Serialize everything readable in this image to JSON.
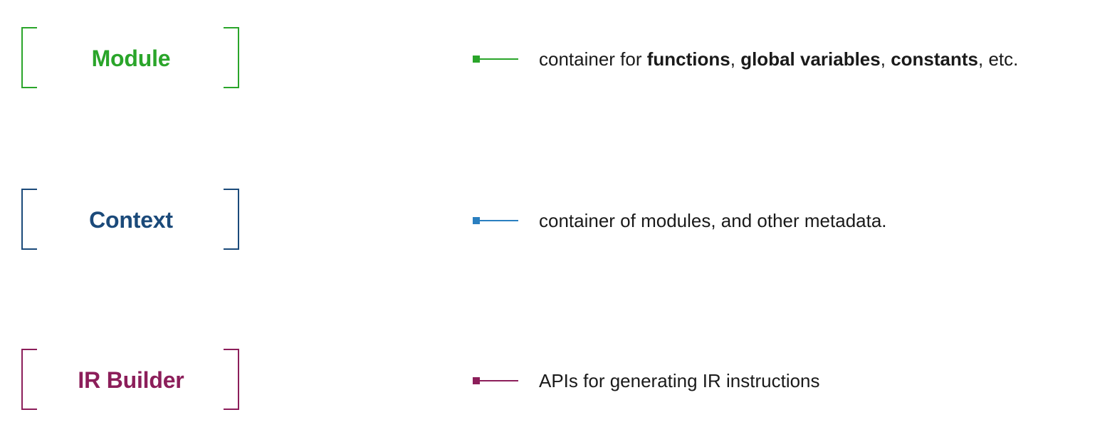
{
  "rows": [
    {
      "label": "Module",
      "color": "#2aa52a",
      "description": {
        "t1": "container for ",
        "b1": "functions",
        "t2": ", ",
        "b2": "global variables",
        "t3": ", ",
        "b3": "constants",
        "t4": ", etc."
      }
    },
    {
      "label": "Context",
      "color": "#1b4a7a",
      "connector_color": "#2a7fc0",
      "description": {
        "t1": "container of modules, and other metadata."
      }
    },
    {
      "label": "IR Builder",
      "color": "#8c1e5a",
      "description": {
        "t1": "APIs for generating IR instructions"
      }
    }
  ]
}
